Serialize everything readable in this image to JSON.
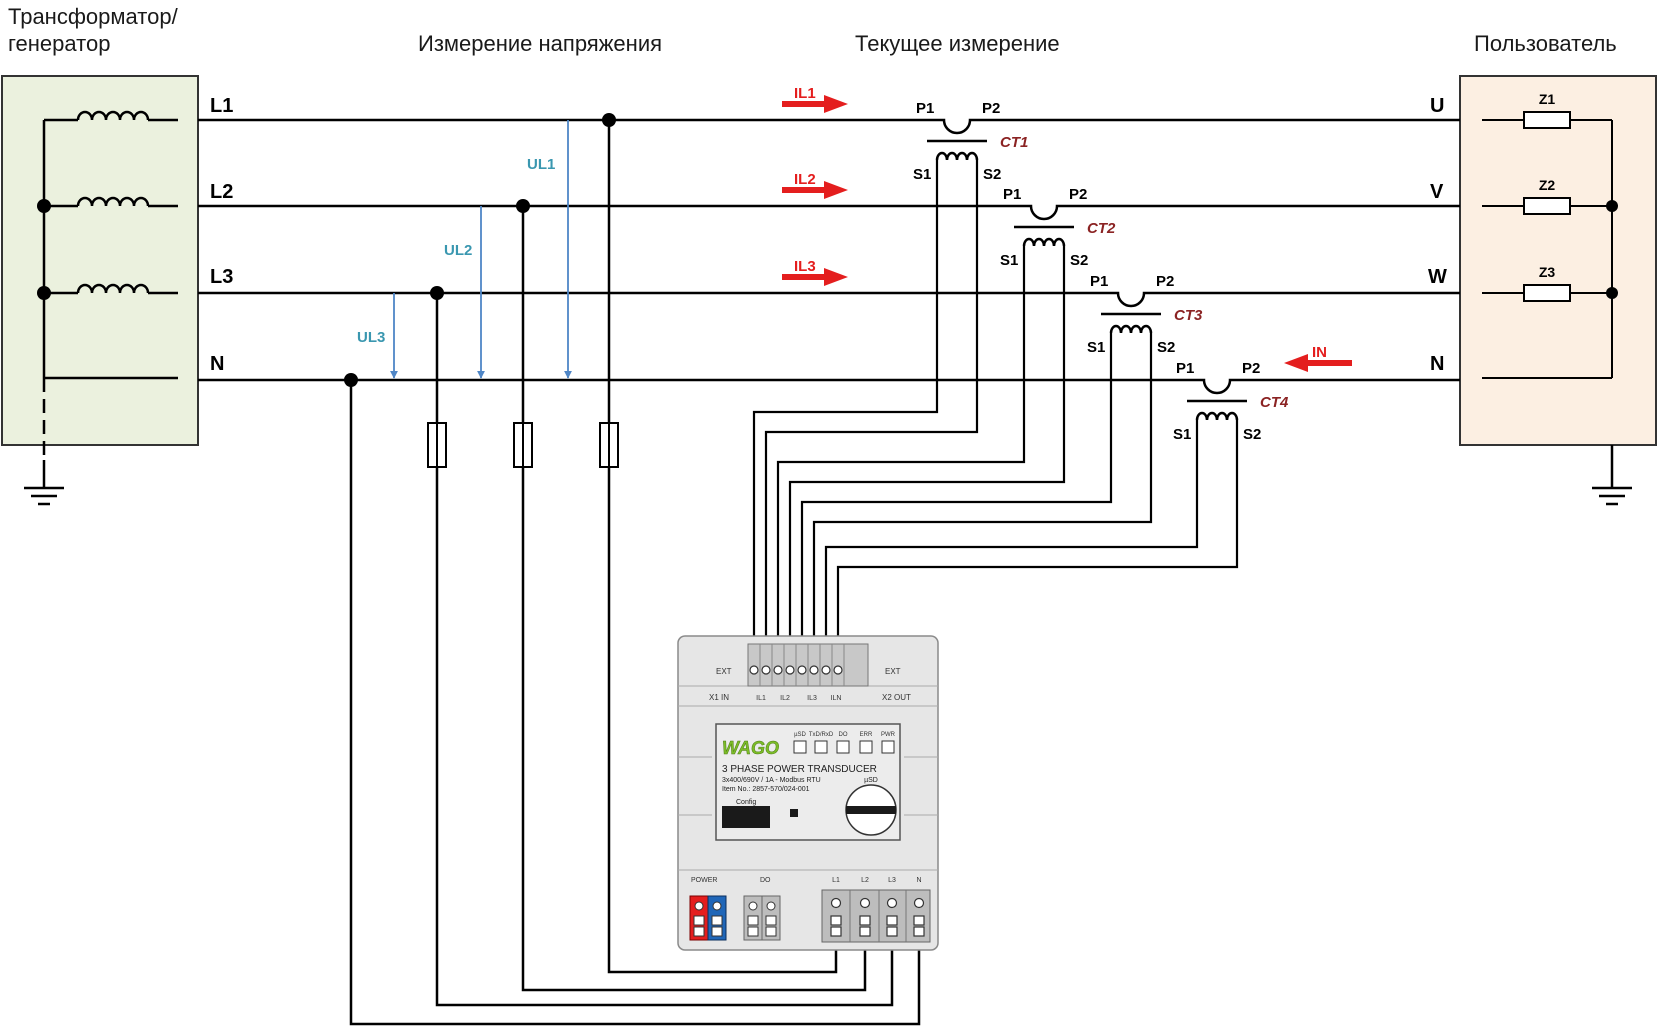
{
  "headers": {
    "source_line1": "Трансформатор/",
    "source_line2": "генератор",
    "voltage": "Измерение напряжения",
    "current": "Текущее измерение",
    "consumer": "Пользователь"
  },
  "lines": {
    "l1": "L1",
    "l2": "L2",
    "l3": "L3",
    "n": "N"
  },
  "consumer_terminals": {
    "u": "U",
    "v": "V",
    "w": "W",
    "n": "N"
  },
  "impedances": [
    "Z1",
    "Z2",
    "Z3"
  ],
  "currents": {
    "il1": "IL1",
    "il2": "IL2",
    "il3": "IL3",
    "in": "IN"
  },
  "voltages": {
    "ul1": "UL1",
    "ul2": "UL2",
    "ul3": "UL3"
  },
  "ct_terminals": {
    "p1": "P1",
    "p2": "P2",
    "s1": "S1",
    "s2": "S2"
  },
  "cts": [
    "CT1",
    "CT2",
    "CT3",
    "CT4"
  ],
  "device": {
    "ext_left": "EXT",
    "ext_right": "EXT",
    "x1_in": "X1 IN",
    "x2_out": "X2 OUT",
    "current_inputs": [
      "IL1",
      "IL2",
      "IL3",
      "ILN"
    ],
    "brand": "WAGO",
    "leds": [
      "µSD",
      "TxD/RxD",
      "DO",
      "ERR",
      "PWR"
    ],
    "title": "3 PHASE POWER TRANSDUCER",
    "spec1": "3x400/690V / 1A - Modbus RTU",
    "spec2": "Item No.: 2857-570/024-001",
    "config": "Config",
    "usd": "µSD",
    "power": "POWER",
    "do": "DO",
    "voltage_inputs": [
      "L1",
      "L2",
      "L3",
      "N"
    ]
  },
  "colors": {
    "source_fill": "#ebf1de",
    "consumer_fill": "#fcefe2",
    "arrow_red": "#e41e1e",
    "voltage_blue": "#4f86c6",
    "voltage_label": "#3a97b0",
    "ct_label": "#8b2323",
    "device_body": "#e6e6e6",
    "wago_green": "#7cbd28"
  }
}
